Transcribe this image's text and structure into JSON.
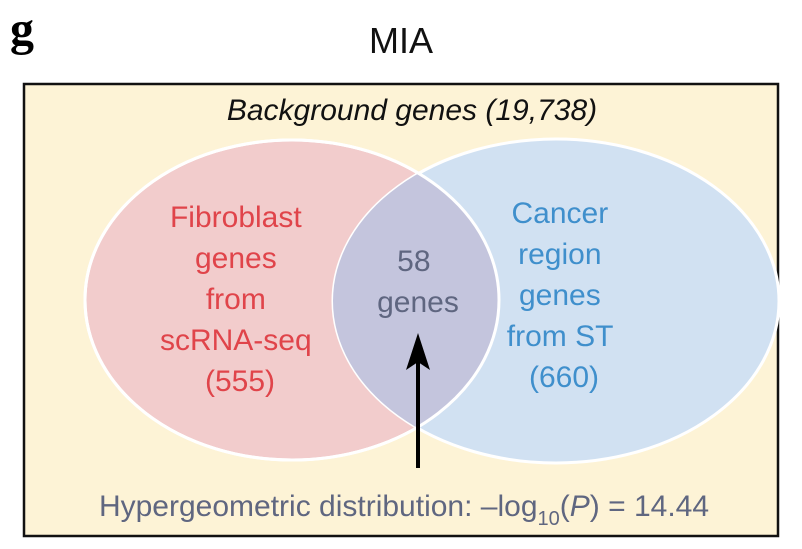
{
  "panel_letter": "g",
  "title": "MIA",
  "background": {
    "label": "Background genes (19,738)"
  },
  "left_set": {
    "lines": [
      "Fibroblast",
      "genes",
      "from",
      "scRNA-seq",
      "(555)"
    ],
    "color": "#f2cccc",
    "text_color": "#e0444a"
  },
  "right_set": {
    "lines": [
      "Cancer",
      "region",
      "genes",
      "from ST",
      "(660)"
    ],
    "color": "#d1e1f2",
    "text_color": "#3f8fcc"
  },
  "overlap": {
    "lines": [
      "58",
      "genes"
    ],
    "color": "#c4c5dd",
    "text_color": "#5f6680"
  },
  "stat": {
    "prefix": "Hypergeometric distribution:  –log",
    "subscript": "10",
    "open_paren": "(",
    "variable": "P",
    "suffix": ") = 14.44"
  },
  "colors": {
    "box_fill": "#fdf3d6",
    "box_border": "#111111",
    "arrow": "#000000"
  }
}
